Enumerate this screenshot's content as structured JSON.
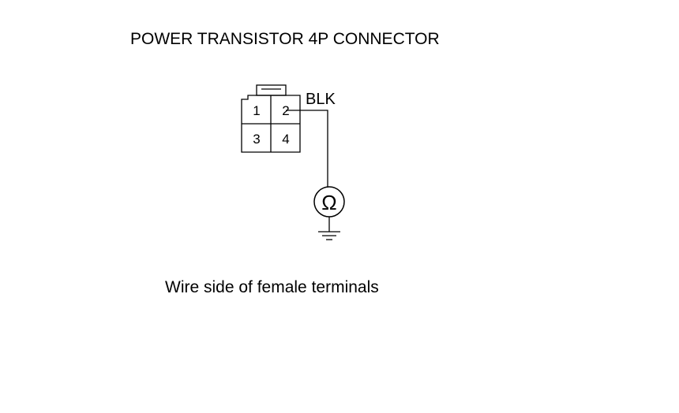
{
  "title": "POWER TRANSISTOR 4P CONNECTOR",
  "connector": {
    "terminals": [
      "1",
      "2",
      "3",
      "4"
    ],
    "wire_color": "BLK"
  },
  "meter": {
    "symbol": "Ω",
    "icon": "ohmmeter-icon"
  },
  "ground": {
    "icon": "ground-icon"
  },
  "caption": "Wire side of female terminals",
  "colors": {
    "line": "#000000",
    "background": "#ffffff"
  }
}
